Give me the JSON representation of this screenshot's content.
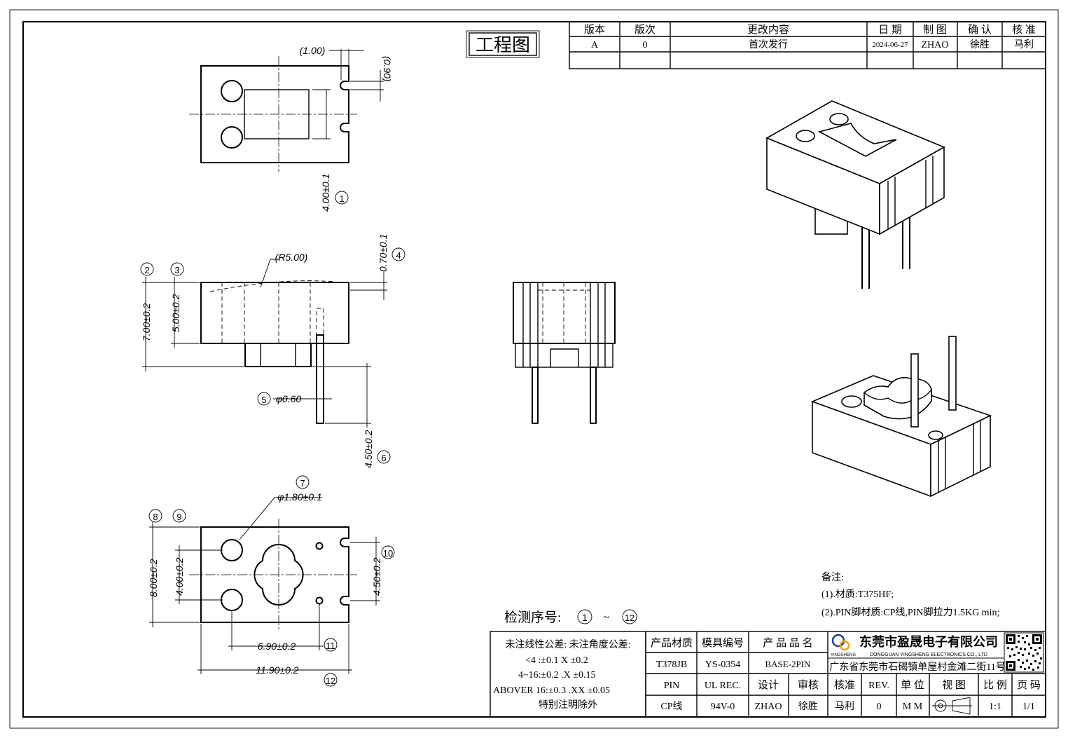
{
  "title_stamp": "工程图",
  "revision_table": {
    "headers": [
      "版本",
      "版次",
      "更改内容",
      "日 期",
      "制 图",
      "确 认",
      "核 准"
    ],
    "row": [
      "A",
      "0",
      "首次发行",
      "2024-06-27",
      "ZHAO",
      "徐胜",
      "马利"
    ]
  },
  "dimensions": {
    "top_notch_w": "(1.00)",
    "top_notch_h": "(0.90)",
    "top_width": "4.00±0.1",
    "radius": "(R5.00)",
    "flange_h": "0.70±0.1",
    "total_h": "7.00±0.2",
    "body_h": "5.00±0.2",
    "pin_dia": "φ0.60",
    "pin_len": "4.50±0.2",
    "hole_dia": "φ1.80±0.1",
    "bottom_h": "8.00±0.2",
    "hole_pitch_v": "4.00±0.2",
    "notch_pitch": "4.50±0.2",
    "pin_pitch": "6.90±0.2",
    "total_w": "11.90±0.2"
  },
  "balloons": [
    "1",
    "2",
    "3",
    "4",
    "5",
    "6",
    "7",
    "8",
    "9",
    "10",
    "11",
    "12"
  ],
  "inspection": {
    "label": "检测序号:",
    "from": "1",
    "sep": "~",
    "to": "12"
  },
  "notes": {
    "heading": "备注:",
    "lines": [
      "(1).材质:T375HF;",
      "(2).PIN脚材质:CP线,PIN脚拉力1.5KG min;"
    ]
  },
  "tolerance": {
    "title": "未注线性公差:  未注角度公差:",
    "lines": [
      "<4 :±0.1  X ±0.2",
      "4~16:±0.2  .X ±0.15",
      "ABOVER 16:±0.3  .XX ±0.05"
    ],
    "footer": "特别注明除外"
  },
  "title_block": {
    "labels": [
      "产品材质",
      "模具编号",
      "产 品 品 名"
    ],
    "values": [
      "T378JB",
      "YS-0354",
      "BASE-2PIN"
    ],
    "row3": [
      "PIN",
      "UL REC.",
      "设计",
      "审核",
      "核准",
      "REV.",
      "单 位",
      "视 图",
      "比 例",
      "页 码"
    ],
    "row4": [
      "CP线",
      "94V-0",
      "ZHAO",
      "徐胜",
      "马利",
      "0",
      "M M",
      "",
      "1:1",
      "1/1"
    ]
  },
  "company": {
    "name": "东莞市盈晟电子有限公司",
    "english": "DONGGUAN YINGSHENG ELECTRONICS CO., LTD",
    "address": "广东省东莞市石碣镇单屋村金滩二街11号",
    "logo_text": "YINGSHENG"
  },
  "colors": {
    "line": "#000000",
    "paper": "#ffffff",
    "logo_blue": "#1b3f8f",
    "logo_orange": "#e8a317"
  }
}
